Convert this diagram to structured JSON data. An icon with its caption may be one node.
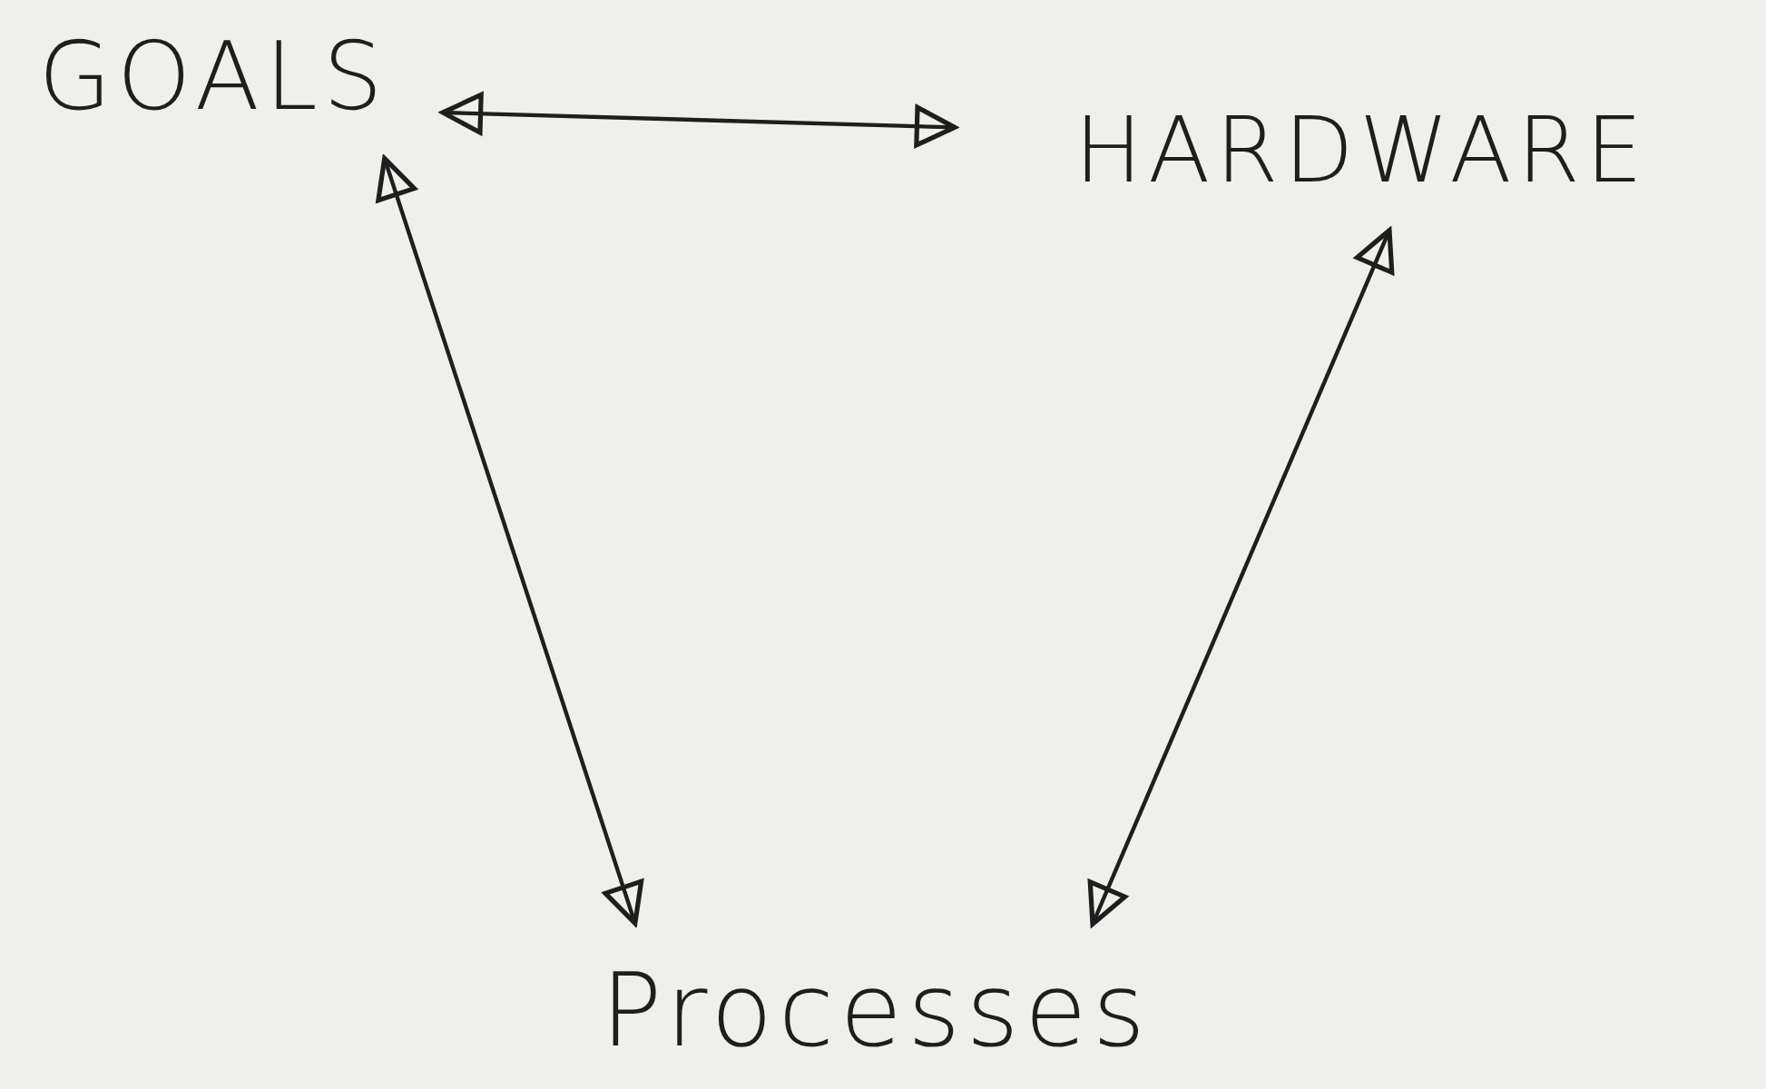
{
  "diagram": {
    "nodes": [
      {
        "text": [
          "GOALS"
        ]
      },
      {
        "text": [
          "HARDWARE"
        ]
      },
      {
        "text": [
          "Processes"
        ]
      }
    ],
    "edges": [
      {
        "from": 0,
        "to": 1,
        "arrow": "both"
      },
      {
        "from": 0,
        "to": 2,
        "arrow": "both"
      },
      {
        "from": 1,
        "to": 2,
        "arrow": "both"
      }
    ]
  }
}
